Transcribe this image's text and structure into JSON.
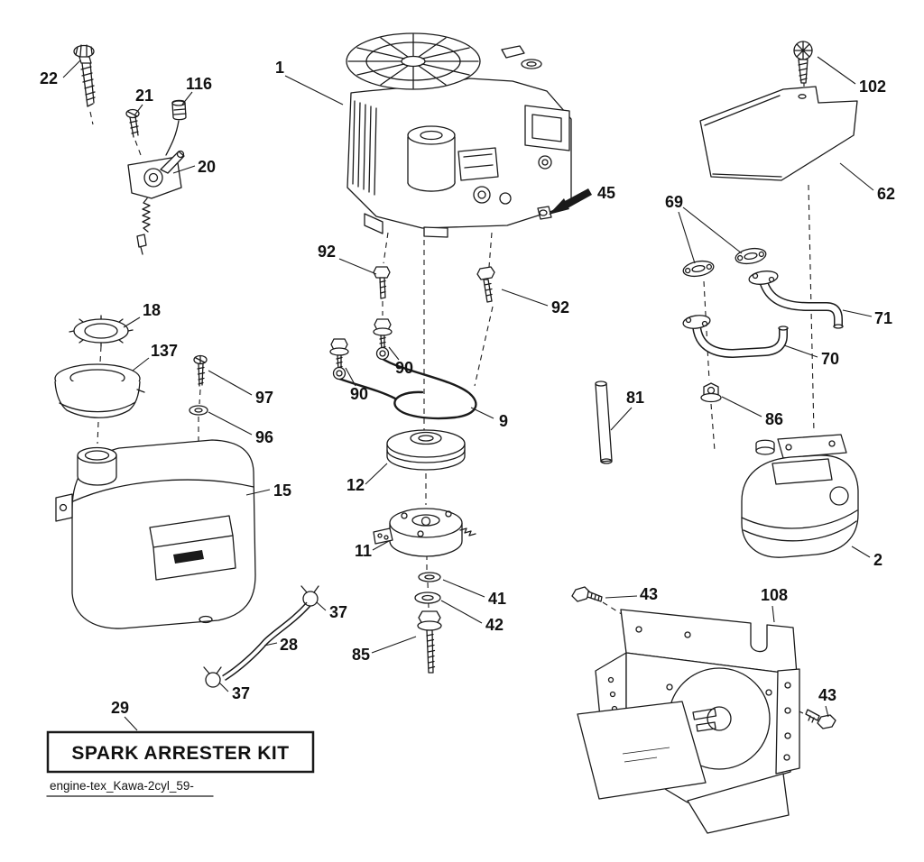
{
  "diagram": {
    "kit_label": "SPARK ARRESTER KIT",
    "footer_code": "engine-tex_Kawa-2cyl_59-",
    "callouts": [
      {
        "id": "22"
      },
      {
        "id": "21"
      },
      {
        "id": "116"
      },
      {
        "id": "20"
      },
      {
        "id": "1"
      },
      {
        "id": "92"
      },
      {
        "id": "45"
      },
      {
        "id": "92"
      },
      {
        "id": "90"
      },
      {
        "id": "90"
      },
      {
        "id": "9"
      },
      {
        "id": "18"
      },
      {
        "id": "137"
      },
      {
        "id": "97"
      },
      {
        "id": "96"
      },
      {
        "id": "15"
      },
      {
        "id": "12"
      },
      {
        "id": "11"
      },
      {
        "id": "41"
      },
      {
        "id": "42"
      },
      {
        "id": "85"
      },
      {
        "id": "37"
      },
      {
        "id": "28"
      },
      {
        "id": "37"
      },
      {
        "id": "29"
      },
      {
        "id": "102"
      },
      {
        "id": "62"
      },
      {
        "id": "69"
      },
      {
        "id": "71"
      },
      {
        "id": "70"
      },
      {
        "id": "81"
      },
      {
        "id": "86"
      },
      {
        "id": "2"
      },
      {
        "id": "43"
      },
      {
        "id": "108"
      },
      {
        "id": "43"
      }
    ]
  }
}
